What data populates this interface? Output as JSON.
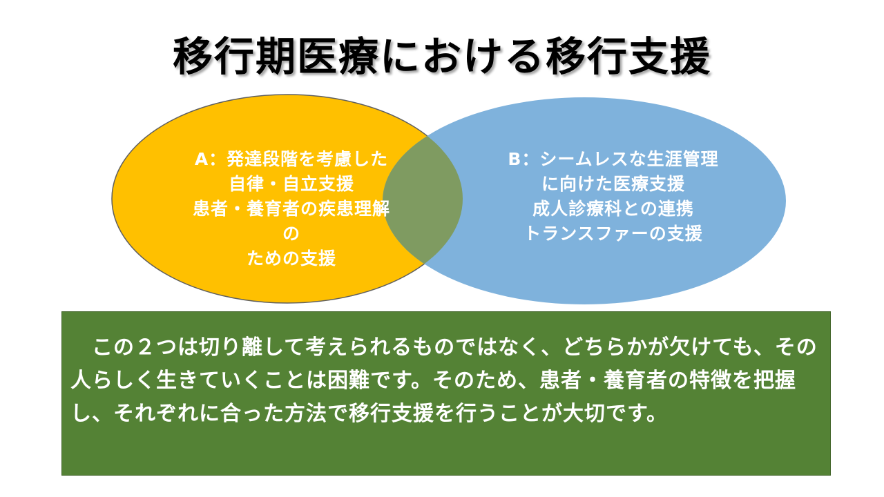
{
  "title": "移行期医療における移行支援",
  "colors": {
    "circle_a": "#FFC000",
    "circle_b": "#7FB2DC",
    "overlap": "#7F9B61",
    "summary_box": "#548235",
    "text_on_shapes": "#FFFFFF"
  },
  "circle_a": {
    "lines": [
      "A：発達段階を考慮した",
      "自律・自立支援",
      "患者・養育者の疾患理解",
      "の",
      "ための支援"
    ]
  },
  "circle_b": {
    "lines": [
      "B：シームレスな生涯管理",
      "に向けた医療支援",
      "成人診療科との連携",
      "トランスファーの支援"
    ]
  },
  "summary": {
    "text": "　この２つは切り離して考えられるものではなく、どちらかが欠けても、その人らしく生きていくことは困難です。そのため、患者・養育者の特徴を把握し、それぞれに合った方法で移行支援を行うことが大切です。"
  }
}
